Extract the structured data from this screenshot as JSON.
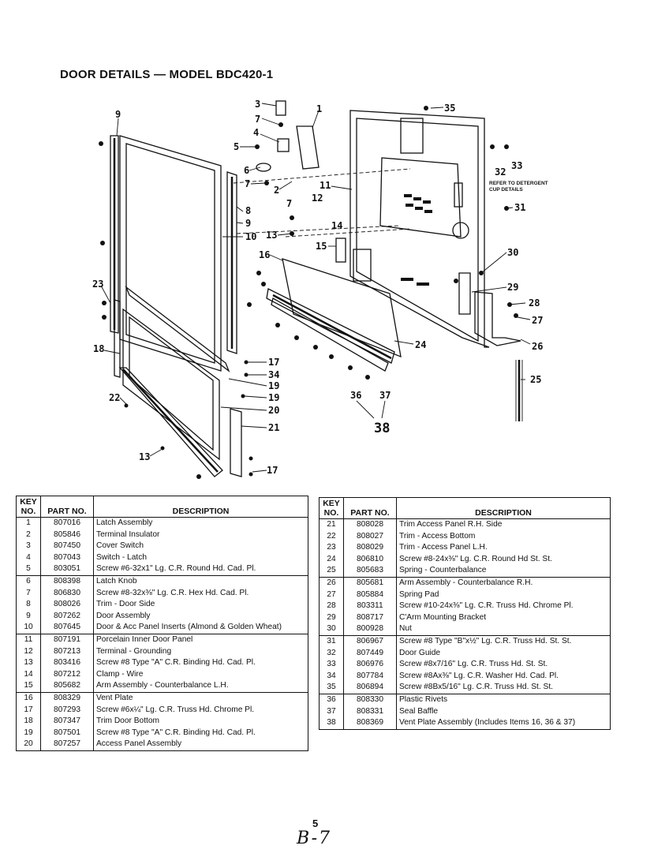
{
  "title": "DOOR DETAILS — MODEL BDC420-1",
  "diagram": {
    "callouts": [
      "3",
      "7",
      "1",
      "35",
      "9",
      "4",
      "5",
      "33",
      "32",
      "6",
      "7",
      "2",
      "11",
      "12",
      "8",
      "9",
      "10",
      "7",
      "31",
      "13",
      "14",
      "15",
      "16",
      "30",
      "23",
      "29",
      "28",
      "27",
      "18",
      "26",
      "24",
      "17",
      "34",
      "19",
      "19",
      "36",
      "37",
      "25",
      "22",
      "20",
      "21",
      "38",
      "13",
      "17"
    ],
    "note_lines": [
      "REFER TO DETERGENT",
      "CUP DETAILS"
    ]
  },
  "table": {
    "headers": {
      "key": "KEY NO.",
      "part": "PART NO.",
      "description": "DESCRIPTION"
    },
    "left_rows": [
      {
        "key": "1",
        "part": "807016",
        "desc": "Latch Assembly"
      },
      {
        "key": "2",
        "part": "805846",
        "desc": "Terminal Insulator"
      },
      {
        "key": "3",
        "part": "807450",
        "desc": "Cover Switch"
      },
      {
        "key": "4",
        "part": "807043",
        "desc": "Switch - Latch"
      },
      {
        "key": "5",
        "part": "803051",
        "desc": "Screw #6-32x1\" Lg. C.R. Round Hd. Cad. Pl."
      },
      {
        "key": "6",
        "part": "808398",
        "desc": "Latch Knob"
      },
      {
        "key": "7",
        "part": "806830",
        "desc": "Screw #8-32x⅜\" Lg. C.R. Hex Hd. Cad. Pl."
      },
      {
        "key": "8",
        "part": "808026",
        "desc": "Trim - Door Side"
      },
      {
        "key": "9",
        "part": "807262",
        "desc": "Door Assembly"
      },
      {
        "key": "10",
        "part": "807645",
        "desc": "Door & Acc Panel Inserts (Almond & Golden Wheat)"
      },
      {
        "key": "11",
        "part": "807191",
        "desc": "Porcelain Inner Door Panel"
      },
      {
        "key": "12",
        "part": "807213",
        "desc": "Terminal - Grounding"
      },
      {
        "key": "13",
        "part": "803416",
        "desc": "Screw #8 Type \"A\" C.R. Binding Hd. Cad. Pl."
      },
      {
        "key": "14",
        "part": "807212",
        "desc": "Clamp - Wire"
      },
      {
        "key": "15",
        "part": "805682",
        "desc": "Arm Assembly - Counterbalance L.H."
      },
      {
        "key": "16",
        "part": "808329",
        "desc": "Vent Plate"
      },
      {
        "key": "17",
        "part": "807293",
        "desc": "Screw #6x¼\" Lg. C.R. Truss Hd. Chrome Pl."
      },
      {
        "key": "18",
        "part": "807347",
        "desc": "Trim Door Bottom"
      },
      {
        "key": "19",
        "part": "807501",
        "desc": "Screw #8 Type \"A\" C.R. Binding Hd. Cad. Pl."
      },
      {
        "key": "20",
        "part": "807257",
        "desc": "Access Panel Assembly"
      }
    ],
    "right_rows": [
      {
        "key": "21",
        "part": "808028",
        "desc": "Trim Access Panel R.H. Side"
      },
      {
        "key": "22",
        "part": "808027",
        "desc": "Trim - Access Bottom"
      },
      {
        "key": "23",
        "part": "808029",
        "desc": "Trim - Access Panel L.H."
      },
      {
        "key": "24",
        "part": "806810",
        "desc": "Screw #8-24x⅜\" Lg. C.R. Round Hd St. St."
      },
      {
        "key": "25",
        "part": "805683",
        "desc": "Spring - Counterbalance"
      },
      {
        "key": "26",
        "part": "805681",
        "desc": "Arm Assembly - Counterbalance R.H."
      },
      {
        "key": "27",
        "part": "805884",
        "desc": "Spring Pad"
      },
      {
        "key": "28",
        "part": "803311",
        "desc": "Screw #10-24x⅜\" Lg. C.R. Truss Hd. Chrome Pl."
      },
      {
        "key": "29",
        "part": "808717",
        "desc": "C'Arm Mounting Bracket"
      },
      {
        "key": "30",
        "part": "800928",
        "desc": "Nut"
      },
      {
        "key": "31",
        "part": "806967",
        "desc": "Screw #8 Type \"B\"x½\" Lg. C.R. Truss Hd. St. St."
      },
      {
        "key": "32",
        "part": "807449",
        "desc": "Door Guide"
      },
      {
        "key": "33",
        "part": "806976",
        "desc": "Screw #8x7/16\" Lg. C.R. Truss Hd. St. St."
      },
      {
        "key": "34",
        "part": "807784",
        "desc": "Screw #8Ax⅜\" Lg. C.R. Washer Hd. Cad. Pl."
      },
      {
        "key": "35",
        "part": "806894",
        "desc": "Screw #8Bx5/16\" Lg. C.R. Truss Hd. St. St."
      },
      {
        "key": "36",
        "part": "808330",
        "desc": "Plastic Rivets"
      },
      {
        "key": "37",
        "part": "808331",
        "desc": "Seal Baffle"
      },
      {
        "key": "38",
        "part": "808369",
        "desc": "Vent Plate Assembly (Includes Items 16, 36 & 37)"
      }
    ]
  },
  "footer": {
    "page_number": "5",
    "handwritten": "B-7"
  }
}
